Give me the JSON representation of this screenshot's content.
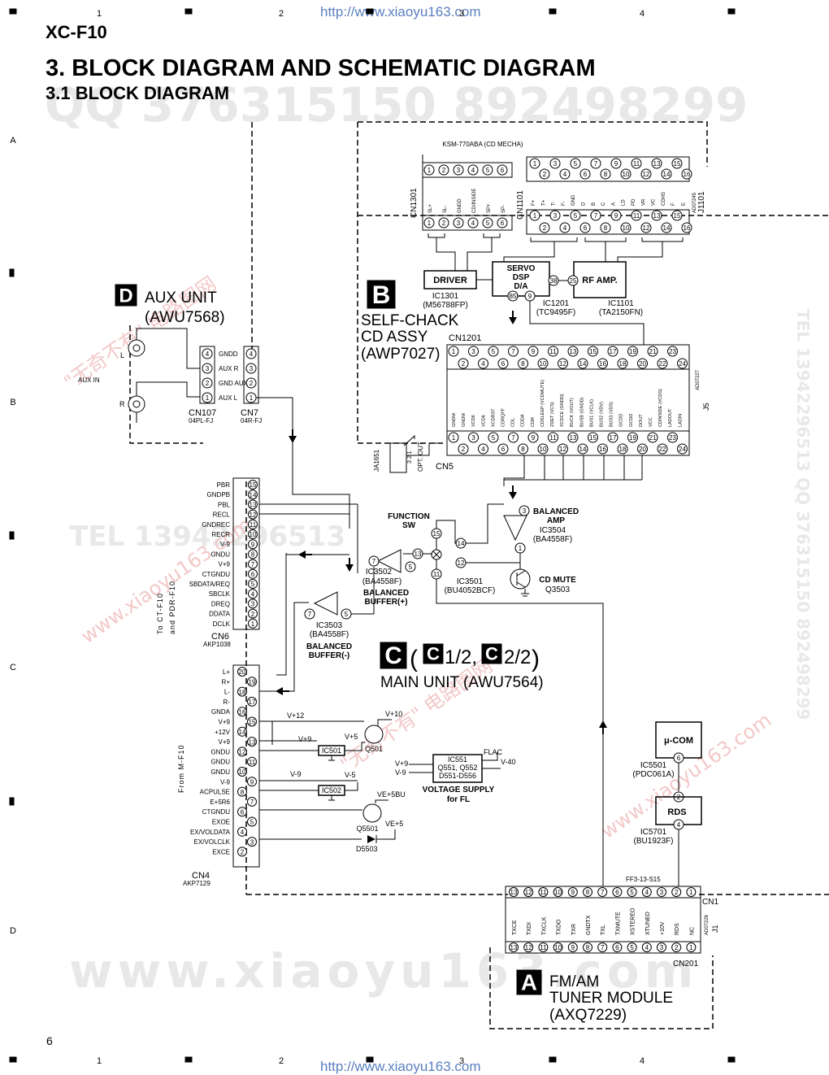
{
  "header": {
    "model": "XC-F10",
    "title": "3. BLOCK DIAGRAM AND SCHEMATIC DIAGRAM",
    "subtitle": "3.1 BLOCK DIAGRAM",
    "url_top": "http://www.xiaoyu163.com",
    "url_bottom": "http://www.xiaoyu163.com",
    "page_number": "6"
  },
  "grid": {
    "cols": [
      "1",
      "2",
      "3",
      "4"
    ],
    "rows": [
      "A",
      "B",
      "C",
      "D"
    ]
  },
  "watermarks": {
    "qq": "QQ 376315150  892498299",
    "tel": "TEL 13942296513",
    "side": "TEL 13942296513 QQ 376315150 892498299",
    "www": "www.xiaoyu163.com",
    "red1": "\"无奇不有\" 电路图网",
    "red2": "www.xiaoyu163.com"
  },
  "units": {
    "aux": {
      "letter": "D",
      "name": "AUX UNIT",
      "part": "(AWU7568)"
    },
    "cd": {
      "letter": "B",
      "name1": "SELF-CHACK",
      "name2": "CD ASSY",
      "part": "(AWP7027)"
    },
    "main": {
      "letter": "C",
      "sub1": "C",
      "sub1n": "1/2,",
      "sub2": "C",
      "sub2n": "2/2",
      "name": "MAIN UNIT (AWU7564)"
    },
    "tuner": {
      "letter": "A",
      "name1": "FM/AM",
      "name2": "TUNER MODULE",
      "part": "(AXQ7229)"
    }
  },
  "mecha": {
    "title": "KSM-770ABA (CD MECHA)",
    "cn1301": "CN1301",
    "cn1101": "CN1101",
    "j1101": "J1101",
    "adp": "AD07245",
    "cn1301_pins": [
      "SL+",
      "SL-",
      "GNDD",
      "CD/INSIDE",
      "SP+",
      "SP-"
    ],
    "cn1101_pins": [
      "F+",
      "T+",
      "T-",
      "F-",
      "GND",
      "D",
      "B",
      "C",
      "A",
      "LD",
      "PD",
      "VR",
      "VC",
      "CDHS",
      "F",
      "E"
    ]
  },
  "blocks": {
    "driver": "DRIVER",
    "servo": "SERVO\nDSP\nD/A",
    "rfamp": "RF AMP.",
    "ic1301": "IC1301",
    "ic1301p": "(M56788FP)",
    "ic1201": "IC1201",
    "ic1201p": "(TC9495F)",
    "ic1101": "IC1101",
    "ic1101p": "(TA2150FN)",
    "cn1201": "CN1201",
    "cn5": "CN5",
    "j5": "J5",
    "ad": "AD07227",
    "ja1651": "JA1651",
    "opt": "OPT. OUT",
    "cn5_pins": [
      "GNDM",
      "GNDM",
      "VCD6",
      "VCD6",
      "XCDRST",
      "CDRQFF",
      "CDL",
      "CDDA",
      "CDR",
      "CDSLEEP (VCDMUTE)",
      "ZDET (VCS)",
      "XCDCE (GNDD)",
      "BUCK (VOUT)",
      "BUSB (GNDD)",
      "BUS1 (VCLK)",
      "BUS2 (VDV)",
      "BUS3 (VDS)",
      "GCDD",
      "GCDD",
      "DOUT",
      "VCC",
      "CDINSIDE (VCDS)",
      "LADOUT",
      "LADIN"
    ]
  },
  "aux": {
    "cn107": "CN107",
    "cn107p": "04PL-FJ",
    "cn7": "CN7",
    "cn7p": "04R-FJ",
    "labels": [
      "GNDD",
      "AUX R",
      "GND AUX",
      "AUX L"
    ],
    "aux_in": "AUX IN",
    "l": "L",
    "r": "R"
  },
  "cn6": {
    "name": "CN6",
    "part": "AKP1038",
    "to": "To CT-F10",
    "and": "and PDR-F10",
    "pins": [
      "PBR",
      "GNDPB",
      "PBL",
      "RECL",
      "GNDREC",
      "RECR",
      "V-9",
      "GNDU",
      "V+9",
      "CTGNDU",
      "SBDATA/REQ",
      "SBCLK",
      "DREQ",
      "DDATA",
      "DCLK"
    ]
  },
  "cn4": {
    "name": "CN4",
    "part": "AKP7129",
    "from": "From M-F10",
    "pins": [
      "L+",
      "R+",
      "L-",
      "R-",
      "GNDA",
      "V+9",
      "+12V",
      "V+9",
      "GNDU",
      "GNDU",
      "GNDU",
      "V-9",
      "ACPULSE",
      "E+5R6",
      "CTGNDU",
      "EXOE",
      "EX/VOLDATA",
      "EX/VOLCLK",
      "EXCE"
    ]
  },
  "circuit": {
    "function_sw": "FUNCTION\nSW",
    "ic3501": "IC3501",
    "ic3501p": "(BU4052BCF)",
    "ic3502": "IC3502",
    "ic3502p": "(BA4558F)",
    "bb_plus": "BALANCED\nBUFFER(+)",
    "ic3503": "IC3503",
    "ic3503p": "(BA4558F)",
    "bb_minus": "BALANCED\nBUFFER(-)",
    "bal_amp": "BALANCED\nAMP",
    "ic3504": "IC3504",
    "ic3504p": "(BA4558F)",
    "cd_mute": "CD MUTE",
    "q3503": "Q3503",
    "v12": "V+12",
    "v10": "V+10",
    "v9a": "V+9",
    "v5a": "V+5",
    "ic501": "IC501",
    "q501": "Q501",
    "vm9": "V-9",
    "vm5": "V-5",
    "ic502": "IC502",
    "ve5bu": "VE+5BU",
    "ve5": "VE+5",
    "q5501": "Q5501",
    "d5503": "D5503",
    "ic551": "IC551\nQ551, Q552\nD551-D556",
    "v9b": "V+9",
    "vm9b": "V-9",
    "flac": "FLAC",
    "vm40": "V-40",
    "vs": "VOLTAGE SUPPLY\nfor FL",
    "ucom": "μ-COM",
    "ic5501": "IC5501",
    "ic5501p": "(PDC061A)",
    "rds": "RDS",
    "ic5701": "IC5701",
    "ic5701p": "(BU1923F)"
  },
  "cn1": {
    "name": "CN1",
    "part": "FF3-13-S15",
    "j1": "J1",
    "ad": "AD07226",
    "cn201": "CN201",
    "pins": [
      "TXCE",
      "TXDI",
      "TXCLK",
      "TXDO",
      "TXR",
      "GNDTX",
      "TXL",
      "TXMUTE",
      "XSTEREO",
      "XTUNED",
      "+10V",
      "RDS",
      "NC"
    ]
  }
}
